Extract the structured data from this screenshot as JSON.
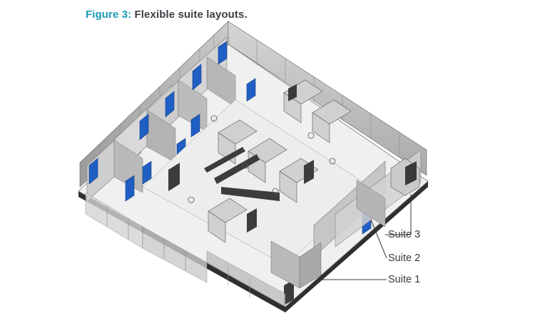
{
  "caption": {
    "number": "Figure 3:",
    "text": "Flexible suite layouts."
  },
  "labels": {
    "suite_3": "Suite 3",
    "suite_2": "Suite 2",
    "suite_1": "Suite 1"
  },
  "colors": {
    "caption_number": "#1a9bb5",
    "caption_text": "#3b3f45",
    "door_blue": "#1f5fc4",
    "floor": "#efefef",
    "wall": "#bdbdbd",
    "wall_dark": "#8a8a8a"
  }
}
